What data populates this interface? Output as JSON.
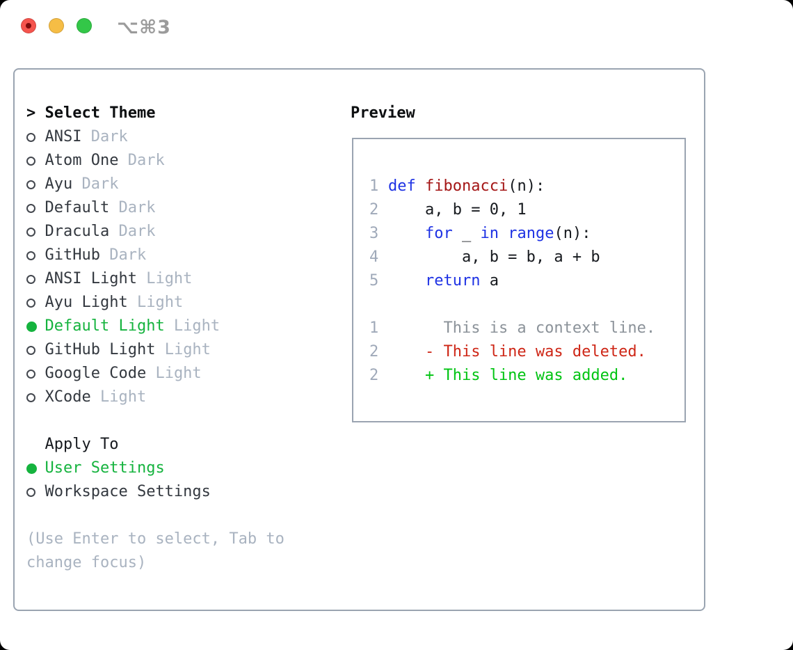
{
  "titlebar": {
    "title": "⌥⌘3",
    "buttons": [
      {
        "name": "close",
        "color": "#f5544d"
      },
      {
        "name": "minimize",
        "color": "#f6bd45"
      },
      {
        "name": "zoom",
        "color": "#33c748"
      }
    ]
  },
  "panel": {
    "select_theme": {
      "header_prefix": ">",
      "header": "Select Theme",
      "themes": [
        {
          "name": "ANSI",
          "variant": "Dark",
          "selected": false
        },
        {
          "name": "Atom One",
          "variant": "Dark",
          "selected": false
        },
        {
          "name": "Ayu",
          "variant": "Dark",
          "selected": false
        },
        {
          "name": "Default",
          "variant": "Dark",
          "selected": false
        },
        {
          "name": "Dracula",
          "variant": "Dark",
          "selected": false
        },
        {
          "name": "GitHub",
          "variant": "Dark",
          "selected": false
        },
        {
          "name": "ANSI Light",
          "variant": "Light",
          "selected": false
        },
        {
          "name": "Ayu Light",
          "variant": "Light",
          "selected": false
        },
        {
          "name": "Default Light",
          "variant": "Light",
          "selected": true
        },
        {
          "name": "GitHub Light",
          "variant": "Light",
          "selected": false
        },
        {
          "name": "Google Code",
          "variant": "Light",
          "selected": false
        },
        {
          "name": "XCode",
          "variant": "Light",
          "selected": false
        }
      ]
    },
    "apply_to": {
      "header": "Apply To",
      "options": [
        {
          "label": "User Settings",
          "selected": true
        },
        {
          "label": "Workspace Settings",
          "selected": false
        }
      ]
    },
    "hint": "(Use Enter to select, Tab to change focus)"
  },
  "preview": {
    "header": "Preview",
    "lines": [
      {
        "num": "1",
        "segments": [
          {
            "t": "def",
            "c": "kw"
          },
          {
            "t": " ",
            "c": "pl"
          },
          {
            "t": "fibonacci",
            "c": "fn"
          },
          {
            "t": "(n):",
            "c": "pl"
          }
        ]
      },
      {
        "num": "2",
        "segments": [
          {
            "t": "    a, b = 0, 1",
            "c": "pl"
          }
        ]
      },
      {
        "num": "3",
        "segments": [
          {
            "t": "    ",
            "c": "pl"
          },
          {
            "t": "for",
            "c": "kw"
          },
          {
            "t": " _ ",
            "c": "pl"
          },
          {
            "t": "in",
            "c": "kw"
          },
          {
            "t": " ",
            "c": "pl"
          },
          {
            "t": "range",
            "c": "kw"
          },
          {
            "t": "(n):",
            "c": "pl"
          }
        ]
      },
      {
        "num": "4",
        "segments": [
          {
            "t": "        a, b = b, a + b",
            "c": "pl"
          }
        ]
      },
      {
        "num": "5",
        "segments": [
          {
            "t": "    ",
            "c": "pl"
          },
          {
            "t": "return",
            "c": "kw"
          },
          {
            "t": " a",
            "c": "pl"
          }
        ]
      },
      {
        "num": "",
        "segments": []
      },
      {
        "num": "1",
        "segments": [
          {
            "t": "      This is a context line.",
            "c": "ctx"
          }
        ]
      },
      {
        "num": "2",
        "segments": [
          {
            "t": "    - This line was deleted.",
            "c": "del"
          }
        ]
      },
      {
        "num": "2",
        "segments": [
          {
            "t": "    + This line was added.",
            "c": "add"
          }
        ]
      }
    ]
  },
  "colors": {
    "selection_green": "#15b33e",
    "added_green": "#00c412",
    "deleted_red": "#ce2616",
    "keyword_blue": "#1e32e4",
    "function_red": "#a41616",
    "muted_gray": "#a9b3c0",
    "line_number_gray": "#9fa9b9",
    "border_gray": "#9aa4b1",
    "dark_text": "#33383f"
  }
}
